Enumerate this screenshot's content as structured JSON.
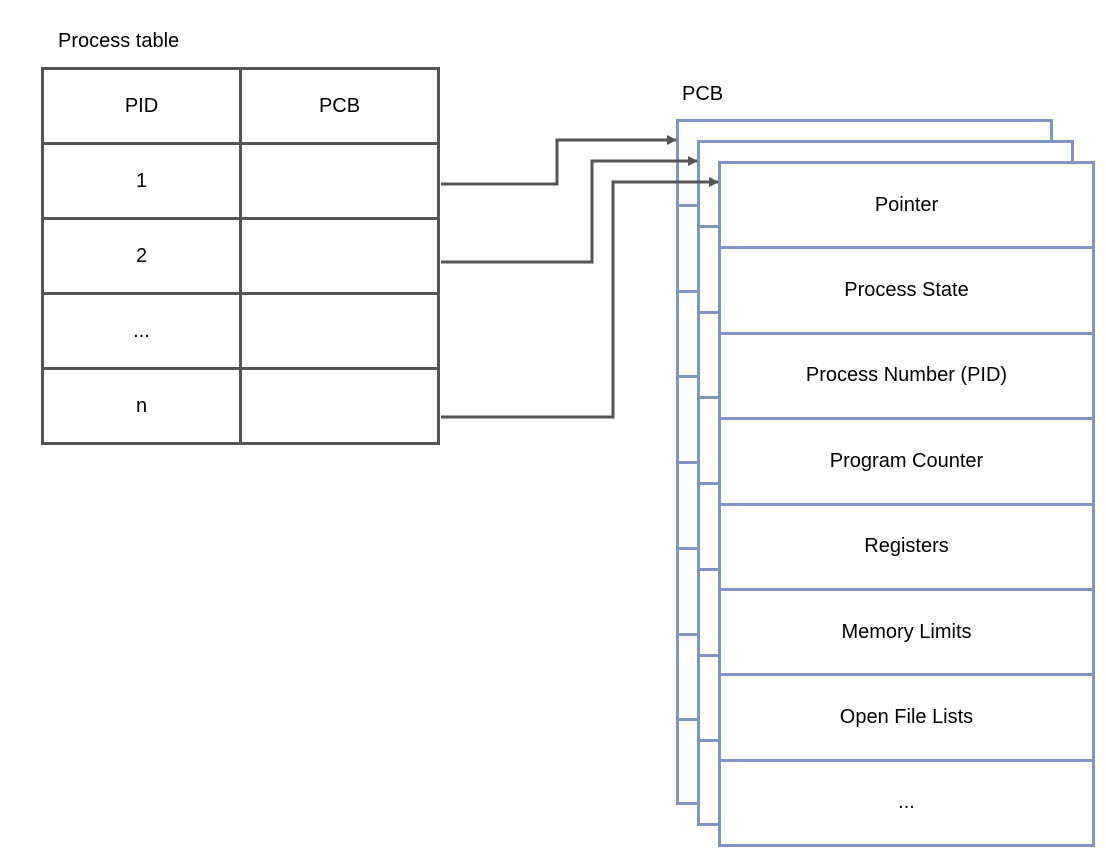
{
  "process_table": {
    "title": "Process table",
    "headers": [
      "PID",
      "PCB"
    ],
    "rows": [
      {
        "pid": "1",
        "pcb": ""
      },
      {
        "pid": "2",
        "pcb": ""
      },
      {
        "pid": "...",
        "pcb": ""
      },
      {
        "pid": "n",
        "pcb": ""
      }
    ]
  },
  "pcb": {
    "title": "PCB",
    "fields": [
      "Pointer",
      "Process State",
      "Process Number (PID)",
      "Program Counter",
      "Registers",
      "Memory Limits",
      "Open File Lists",
      "..."
    ]
  },
  "colors": {
    "table_border": "#555555",
    "pcb_border": "#7f96c5",
    "arrow": "#555555"
  }
}
